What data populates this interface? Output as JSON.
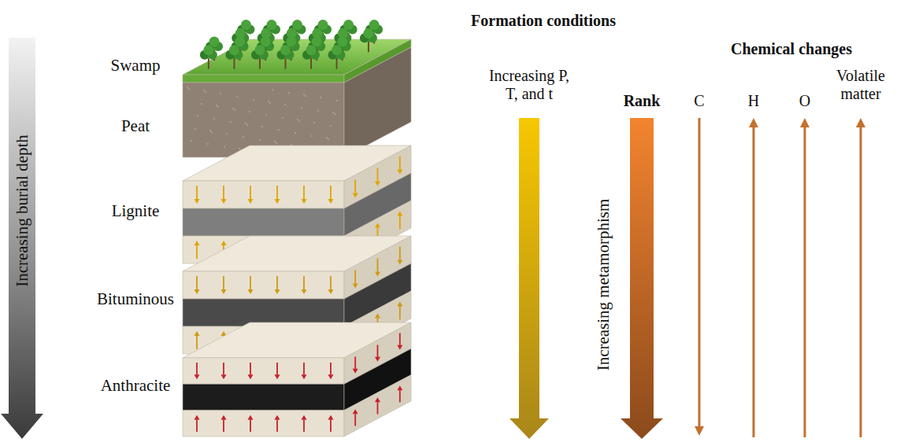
{
  "diagram": {
    "labels": [
      "Increasing burial depth",
      "Swamp",
      "Peat",
      "Lignite",
      "Bituminous",
      "Anthracite",
      "Formation conditions",
      "Chemical changes",
      "Increasing P, T, and t",
      "Rank",
      "Increasing metamorphism",
      "C",
      "H",
      "O",
      "Volatile matter"
    ]
  }
}
